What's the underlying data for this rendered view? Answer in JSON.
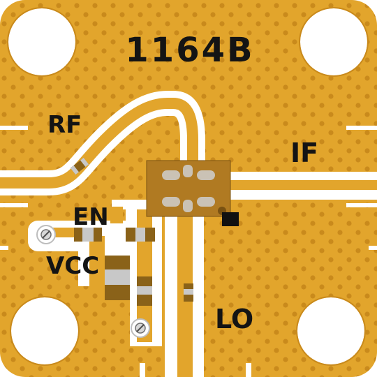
{
  "board": {
    "part_number": "1164B",
    "labels": {
      "rf": "RF",
      "if": "IF",
      "en": "EN",
      "vcc": "VCC",
      "lo": "LO"
    }
  },
  "colors": {
    "gold": "#e2a52c",
    "trace_white": "#ffffff",
    "via": "#c98a1c",
    "silkscreen": "#141414",
    "chip_body": "#b07a22",
    "chip_pad": "#cfcfcf",
    "component_body": "#8a6219",
    "component_end": "#c8c8c8"
  },
  "icons": {
    "test_point": "screw-test-point-icon",
    "pin1": "pin1-marker-icon"
  }
}
